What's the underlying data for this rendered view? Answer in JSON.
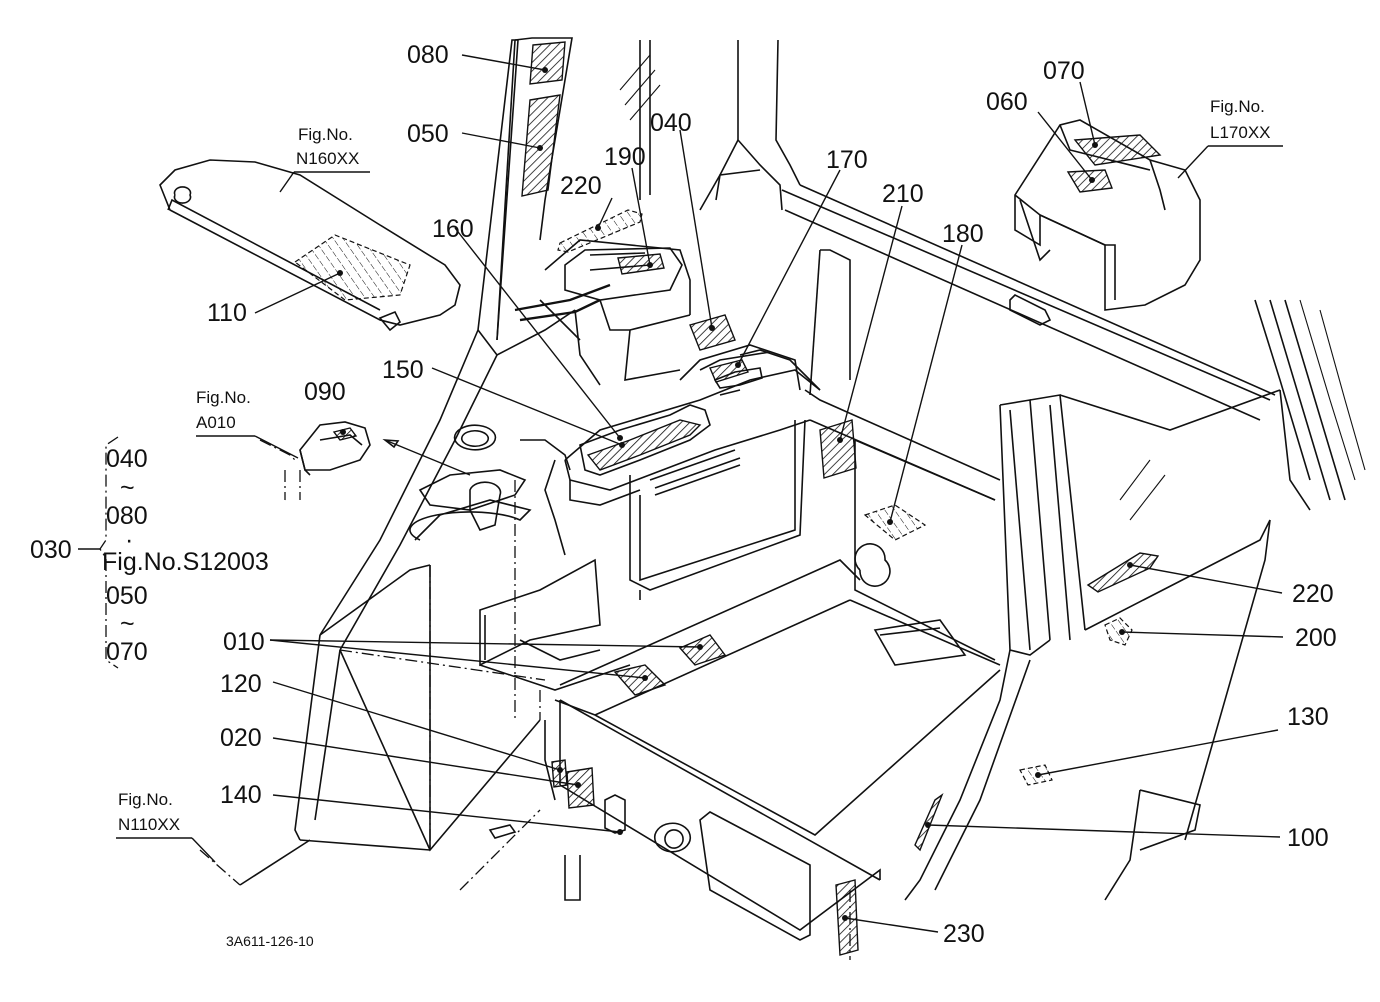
{
  "diagram": {
    "drawing_code": "3A611-126-10",
    "colors": {
      "ink": "#111111",
      "paper": "#ffffff"
    },
    "figure_refs": [
      {
        "id": "fig_n160",
        "caption": "Fig.No.",
        "number": "N160XX"
      },
      {
        "id": "fig_a010",
        "caption": "Fig.No.",
        "number": "A010"
      },
      {
        "id": "fig_l170",
        "caption": "Fig.No.",
        "number": "L170XX"
      },
      {
        "id": "fig_n110",
        "caption": "Fig.No.",
        "number": "N110XX"
      }
    ],
    "part_labels": [
      {
        "id": "p080",
        "text": "080"
      },
      {
        "id": "p050",
        "text": "050"
      },
      {
        "id": "p040",
        "text": "040"
      },
      {
        "id": "p190",
        "text": "190"
      },
      {
        "id": "p220a",
        "text": "220"
      },
      {
        "id": "p160",
        "text": "160"
      },
      {
        "id": "p170",
        "text": "170"
      },
      {
        "id": "p210",
        "text": "210"
      },
      {
        "id": "p180",
        "text": "180"
      },
      {
        "id": "p070",
        "text": "070"
      },
      {
        "id": "p060",
        "text": "060"
      },
      {
        "id": "p110",
        "text": "110"
      },
      {
        "id": "p150",
        "text": "150"
      },
      {
        "id": "p090",
        "text": "090"
      },
      {
        "id": "p220b",
        "text": "220"
      },
      {
        "id": "p200",
        "text": "200"
      },
      {
        "id": "p010",
        "text": "010"
      },
      {
        "id": "p120",
        "text": "120"
      },
      {
        "id": "p020",
        "text": "020"
      },
      {
        "id": "p130",
        "text": "130"
      },
      {
        "id": "p140",
        "text": "140"
      },
      {
        "id": "p100",
        "text": "100"
      },
      {
        "id": "p230",
        "text": "230"
      }
    ],
    "group_030": {
      "label": "030",
      "lines": [
        "040",
        "~",
        "080",
        "·",
        "Fig.No.S12003",
        "050",
        "~",
        "070"
      ]
    }
  }
}
